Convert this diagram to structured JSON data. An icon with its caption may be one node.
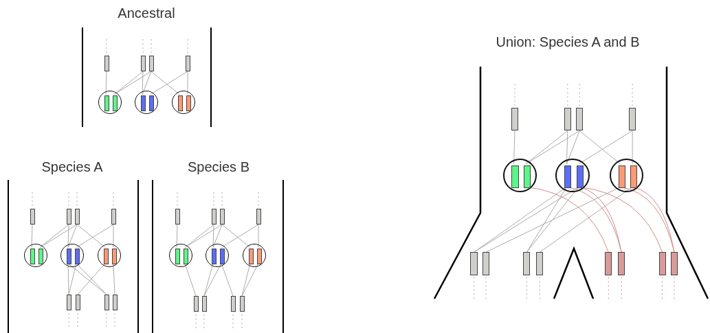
{
  "diagram": {
    "nodes": [
      {
        "text": [],
        "shape": "bar"
      },
      {
        "text": [],
        "shape": "bar"
      },
      {
        "text": [],
        "shape": "bar"
      },
      {
        "text": [],
        "shape": "bar"
      },
      {
        "text": [],
        "shape": "circle"
      },
      {
        "text": [],
        "shape": "bar",
        "in": 4
      },
      {
        "text": [],
        "shape": "bar",
        "in": 4
      },
      {
        "text": [],
        "shape": "circle"
      },
      {
        "text": [],
        "shape": "bar",
        "in": 7
      },
      {
        "text": [],
        "shape": "bar",
        "in": 7
      },
      {
        "text": [],
        "shape": "circle"
      },
      {
        "text": [],
        "shape": "bar",
        "in": 10
      },
      {
        "text": [],
        "shape": "bar",
        "in": 10
      },
      {
        "text": [],
        "shape": "bar"
      },
      {
        "text": [],
        "shape": "bar"
      },
      {
        "text": [],
        "shape": "bar"
      },
      {
        "text": [],
        "shape": "bar"
      },
      {
        "text": [],
        "shape": "circle"
      },
      {
        "text": [],
        "shape": "bar",
        "in": 17
      },
      {
        "text": [],
        "shape": "bar",
        "in": 17
      },
      {
        "text": [],
        "shape": "circle"
      },
      {
        "text": [],
        "shape": "bar",
        "in": 20
      },
      {
        "text": [],
        "shape": "bar",
        "in": 20
      },
      {
        "text": [],
        "shape": "circle"
      },
      {
        "text": [],
        "shape": "bar",
        "in": 23
      },
      {
        "text": [],
        "shape": "bar",
        "in": 23
      },
      {
        "text": [],
        "shape": "bar"
      },
      {
        "text": [],
        "shape": "bar"
      },
      {
        "text": [],
        "shape": "bar"
      },
      {
        "text": [],
        "shape": "bar"
      },
      {
        "text": [],
        "shape": "bar"
      },
      {
        "text": [],
        "shape": "bar"
      },
      {
        "text": [],
        "shape": "bar"
      },
      {
        "text": [],
        "shape": "bar"
      },
      {
        "text": [],
        "shape": "circle"
      },
      {
        "text": [],
        "shape": "bar",
        "in": 34
      },
      {
        "text": [],
        "shape": "bar",
        "in": 34
      },
      {
        "text": [],
        "shape": "circle"
      },
      {
        "text": [],
        "shape": "bar",
        "in": 37
      },
      {
        "text": [],
        "shape": "bar",
        "in": 37
      },
      {
        "text": [],
        "shape": "circle"
      },
      {
        "text": [],
        "shape": "bar",
        "in": 40
      },
      {
        "text": [],
        "shape": "bar",
        "in": 40
      },
      {
        "text": [],
        "shape": "bar"
      },
      {
        "text": [],
        "shape": "bar"
      },
      {
        "text": [],
        "shape": "bar"
      },
      {
        "text": [],
        "shape": "bar"
      },
      {
        "text": [],
        "shape": "bar"
      },
      {
        "text": [],
        "shape": "bar"
      },
      {
        "text": [],
        "shape": "bar"
      },
      {
        "text": [],
        "shape": "bar"
      },
      {
        "text": [],
        "shape": "circle"
      },
      {
        "text": [],
        "shape": "bar",
        "in": 51
      },
      {
        "text": [],
        "shape": "bar",
        "in": 51
      },
      {
        "text": [],
        "shape": "circle"
      },
      {
        "text": [],
        "shape": "bar",
        "in": 54
      },
      {
        "text": [],
        "shape": "bar",
        "in": 54
      },
      {
        "text": [],
        "shape": "circle"
      },
      {
        "text": [],
        "shape": "bar",
        "in": 57
      },
      {
        "text": [],
        "shape": "bar",
        "in": 57
      },
      {
        "text": [],
        "shape": "bar"
      },
      {
        "text": [],
        "shape": "bar"
      },
      {
        "text": [],
        "shape": "bar"
      },
      {
        "text": [],
        "shape": "bar"
      },
      {
        "text": [],
        "shape": "bar"
      },
      {
        "text": [],
        "shape": "bar"
      },
      {
        "text": [],
        "shape": "bar"
      },
      {
        "text": [],
        "shape": "bar"
      }
    ],
    "edges": [
      {
        "from": 0,
        "to": 5,
        "arrow": "none"
      },
      {
        "from": 1,
        "to": 6,
        "arrow": "none"
      },
      {
        "from": 2,
        "to": 6,
        "arrow": "none"
      },
      {
        "from": 1,
        "to": 8,
        "arrow": "none"
      },
      {
        "from": 2,
        "to": 8,
        "arrow": "none"
      },
      {
        "from": 2,
        "to": 11,
        "arrow": "none"
      },
      {
        "from": 3,
        "to": 9,
        "arrow": "none"
      },
      {
        "from": 3,
        "to": 12,
        "arrow": "none"
      },
      {
        "from": 13,
        "to": 18,
        "arrow": "none"
      },
      {
        "from": 14,
        "to": 19,
        "arrow": "none"
      },
      {
        "from": 15,
        "to": 19,
        "arrow": "none"
      },
      {
        "from": 14,
        "to": 21,
        "arrow": "none"
      },
      {
        "from": 15,
        "to": 21,
        "arrow": "none"
      },
      {
        "from": 15,
        "to": 24,
        "arrow": "none"
      },
      {
        "from": 16,
        "to": 22,
        "arrow": "none"
      },
      {
        "from": 16,
        "to": 25,
        "arrow": "none"
      },
      {
        "from": 21,
        "to": 26,
        "arrow": "none"
      },
      {
        "from": 21,
        "to": 28,
        "arrow": "none"
      },
      {
        "from": 22,
        "to": 26,
        "arrow": "none"
      },
      {
        "from": 22,
        "to": 28,
        "arrow": "none"
      },
      {
        "from": 24,
        "to": 27,
        "arrow": "none"
      },
      {
        "from": 25,
        "to": 29,
        "arrow": "none"
      },
      {
        "from": 30,
        "to": 35,
        "arrow": "none"
      },
      {
        "from": 31,
        "to": 36,
        "arrow": "none"
      },
      {
        "from": 32,
        "to": 36,
        "arrow": "none"
      },
      {
        "from": 31,
        "to": 38,
        "arrow": "none"
      },
      {
        "from": 32,
        "to": 38,
        "arrow": "none"
      },
      {
        "from": 32,
        "to": 41,
        "arrow": "none"
      },
      {
        "from": 33,
        "to": 39,
        "arrow": "none"
      },
      {
        "from": 33,
        "to": 42,
        "arrow": "none"
      },
      {
        "from": 36,
        "to": 43,
        "arrow": "none"
      },
      {
        "from": 38,
        "to": 44,
        "arrow": "none"
      },
      {
        "from": 39,
        "to": 44,
        "arrow": "none"
      },
      {
        "from": 39,
        "to": 45,
        "arrow": "none"
      },
      {
        "from": 41,
        "to": 46,
        "arrow": "none"
      },
      {
        "from": 42,
        "to": 46,
        "arrow": "none"
      },
      {
        "from": 47,
        "to": 52,
        "arrow": "none"
      },
      {
        "from": 48,
        "to": 53,
        "arrow": "none"
      },
      {
        "from": 49,
        "to": 53,
        "arrow": "none"
      },
      {
        "from": 48,
        "to": 55,
        "arrow": "none"
      },
      {
        "from": 49,
        "to": 55,
        "arrow": "none"
      },
      {
        "from": 49,
        "to": 58,
        "arrow": "none"
      },
      {
        "from": 50,
        "to": 56,
        "arrow": "none"
      },
      {
        "from": 50,
        "to": 59,
        "arrow": "none"
      },
      {
        "from": 55,
        "to": 60,
        "arrow": "none"
      },
      {
        "from": 55,
        "to": 62,
        "arrow": "none"
      },
      {
        "from": 56,
        "to": 60,
        "arrow": "none"
      },
      {
        "from": 56,
        "to": 62,
        "arrow": "none"
      },
      {
        "from": 58,
        "to": 61,
        "arrow": "none"
      },
      {
        "from": 59,
        "to": 63,
        "arrow": "none"
      },
      {
        "from": 53,
        "to": 64,
        "arrow": "none",
        "color": "#d48a8a"
      },
      {
        "from": 55,
        "to": 65,
        "arrow": "none",
        "color": "#d48a8a"
      },
      {
        "from": 56,
        "to": 65,
        "arrow": "none",
        "color": "#d48a8a"
      },
      {
        "from": 56,
        "to": 66,
        "arrow": "none",
        "color": "#d48a8a"
      },
      {
        "from": 58,
        "to": 67,
        "arrow": "none",
        "color": "#d48a8a"
      },
      {
        "from": 59,
        "to": 67,
        "arrow": "none",
        "color": "#d48a8a"
      },
      {
        "from": null,
        "to": 0,
        "arrow": "none",
        "style": "dashed"
      },
      {
        "from": null,
        "to": 1,
        "arrow": "none",
        "style": "dashed"
      },
      {
        "from": null,
        "to": 2,
        "arrow": "none",
        "style": "dashed"
      },
      {
        "from": null,
        "to": 3,
        "arrow": "none",
        "style": "dashed"
      },
      {
        "from": null,
        "to": 13,
        "arrow": "none",
        "style": "dashed"
      },
      {
        "from": null,
        "to": 14,
        "arrow": "none",
        "style": "dashed"
      },
      {
        "from": null,
        "to": 15,
        "arrow": "none",
        "style": "dashed"
      },
      {
        "from": null,
        "to": 16,
        "arrow": "none",
        "style": "dashed"
      },
      {
        "from": null,
        "to": 26,
        "arrow": "none",
        "style": "dashed"
      },
      {
        "from": null,
        "to": 27,
        "arrow": "none",
        "style": "dashed"
      },
      {
        "from": null,
        "to": 28,
        "arrow": "none",
        "style": "dashed"
      },
      {
        "from": null,
        "to": 29,
        "arrow": "none",
        "style": "dashed"
      },
      {
        "from": null,
        "to": 30,
        "arrow": "none",
        "style": "dashed"
      },
      {
        "from": null,
        "to": 31,
        "arrow": "none",
        "style": "dashed"
      },
      {
        "from": null,
        "to": 32,
        "arrow": "none",
        "style": "dashed"
      },
      {
        "from": null,
        "to": 33,
        "arrow": "none",
        "style": "dashed"
      },
      {
        "from": null,
        "to": 43,
        "arrow": "none",
        "style": "dashed"
      },
      {
        "from": null,
        "to": 44,
        "arrow": "none",
        "style": "dashed"
      },
      {
        "from": null,
        "to": 45,
        "arrow": "none",
        "style": "dashed"
      },
      {
        "from": null,
        "to": 46,
        "arrow": "none",
        "style": "dashed"
      },
      {
        "from": null,
        "to": 47,
        "arrow": "none",
        "style": "dashed"
      },
      {
        "from": null,
        "to": 48,
        "arrow": "none",
        "style": "dashed"
      },
      {
        "from": null,
        "to": 49,
        "arrow": "none",
        "style": "dashed"
      },
      {
        "from": null,
        "to": 50,
        "arrow": "none",
        "style": "dashed"
      },
      {
        "from": null,
        "to": 60,
        "arrow": "none",
        "style": "dashed"
      },
      {
        "from": null,
        "to": 61,
        "arrow": "none",
        "style": "dashed"
      },
      {
        "from": null,
        "to": 62,
        "arrow": "none",
        "style": "dashed"
      },
      {
        "from": null,
        "to": 63,
        "arrow": "none",
        "style": "dashed"
      },
      {
        "from": null,
        "to": 64,
        "arrow": "none",
        "style": "dashed",
        "color": "#d48a8a"
      },
      {
        "from": null,
        "to": 65,
        "arrow": "none",
        "style": "dashed",
        "color": "#d48a8a"
      },
      {
        "from": null,
        "to": 66,
        "arrow": "none",
        "style": "dashed",
        "color": "#d48a8a"
      },
      {
        "from": null,
        "to": 67,
        "arrow": "none",
        "style": "dashed",
        "color": "#d48a8a"
      }
    ],
    "labels": [
      "Ancestral",
      "Species A",
      "Species B",
      "Union: Species A and B"
    ]
  }
}
